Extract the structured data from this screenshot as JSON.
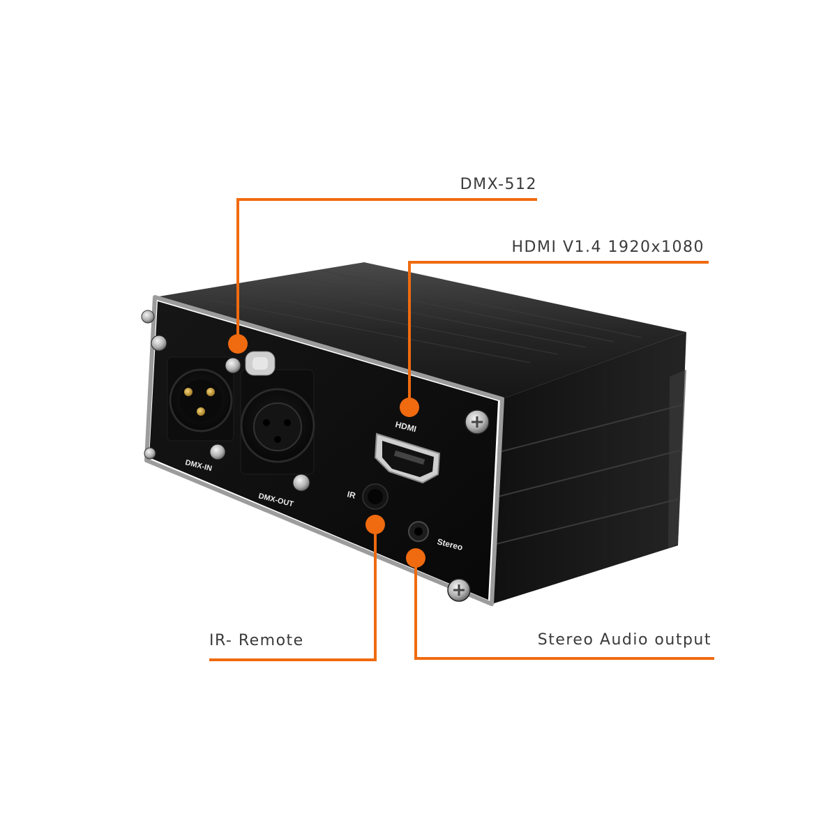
{
  "accent_color": "#f06a0f",
  "callouts": {
    "dmx": "DMX-512",
    "hdmi": "HDMI V1.4 1920x1080",
    "ir": "IR- Remote",
    "stereo": "Stereo Audio output"
  },
  "panel_labels": {
    "dmx_in": "DMX-IN",
    "dmx_out": "DMX-OUT",
    "hdmi": "HDMI",
    "ir": "IR",
    "stereo": "Stereo"
  }
}
